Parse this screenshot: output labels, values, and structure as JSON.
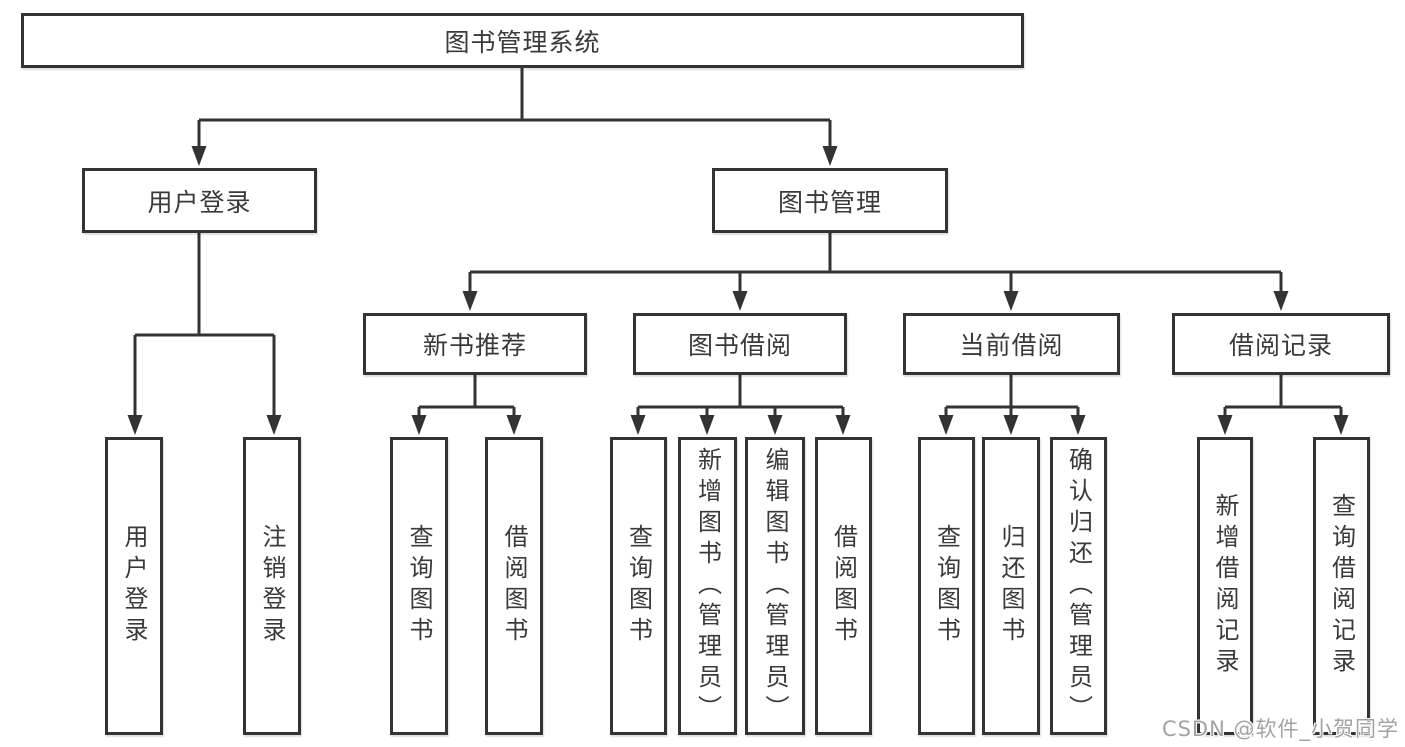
{
  "diagram": {
    "root": {
      "label": "图书管理系统"
    },
    "level1": {
      "user_login": {
        "label": "用户登录"
      },
      "book_management": {
        "label": "图书管理"
      }
    },
    "level2": {
      "new_book_recommend": {
        "label": "新书推荐"
      },
      "book_borrow": {
        "label": "图书借阅"
      },
      "current_borrow": {
        "label": "当前借阅"
      },
      "borrow_record": {
        "label": "借阅记录"
      }
    },
    "level3": {
      "user_login_action": {
        "label": "用户登录"
      },
      "logout_action": {
        "label": "注销登录"
      },
      "recommend_query_books": {
        "label": "查询图书"
      },
      "recommend_borrow_books": {
        "label": "借阅图书"
      },
      "borrow_query_books": {
        "label": "查询图书"
      },
      "borrow_add_books": {
        "label": "新增图书（管理员）"
      },
      "borrow_edit_books": {
        "label": "编辑图书（管理员）"
      },
      "borrow_borrow_books": {
        "label": "借阅图书"
      },
      "current_query_books": {
        "label": "查询图书"
      },
      "current_return_books": {
        "label": "归还图书"
      },
      "current_confirm_return": {
        "label": "确认归还（管理员）"
      },
      "record_add_record": {
        "label": "新增借阅记录"
      },
      "record_query_record": {
        "label": "查询借阅记录"
      }
    },
    "watermark": "CSDN @软件_小贺同学",
    "colors": {
      "line": "#333333",
      "text": "#3a3a3a",
      "watermark": "#a3a3a3",
      "background": "#ffffff"
    }
  }
}
